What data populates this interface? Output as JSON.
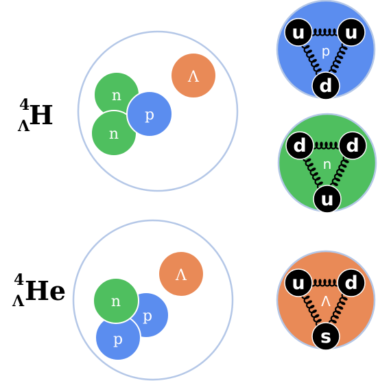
{
  "colors": {
    "outline": "#b4c7e7",
    "proton": "#5b8def",
    "neutron": "#4fbf5f",
    "lambda": "#e98a57",
    "quark": "#000000",
    "gluon": "#000000",
    "text_white": "#ffffff"
  },
  "hypernuclei": [
    {
      "label_super": "4",
      "label_sub": "Λ",
      "label_element": "H",
      "nucleons": [
        {
          "type": "neutron",
          "label": "n"
        },
        {
          "type": "neutron",
          "label": "n"
        },
        {
          "type": "proton",
          "label": "p"
        },
        {
          "type": "lambda",
          "label": "Λ"
        }
      ]
    },
    {
      "label_super": "4",
      "label_sub": "Λ",
      "label_element": "He",
      "nucleons": [
        {
          "type": "proton",
          "label": "p"
        },
        {
          "type": "proton",
          "label": "p"
        },
        {
          "type": "neutron",
          "label": "n"
        },
        {
          "type": "lambda",
          "label": "Λ"
        }
      ]
    }
  ],
  "baryons": [
    {
      "type": "proton",
      "center_label": "p",
      "quarks": [
        "u",
        "u",
        "d"
      ]
    },
    {
      "type": "neutron",
      "center_label": "n",
      "quarks": [
        "d",
        "d",
        "u"
      ]
    },
    {
      "type": "lambda",
      "center_label": "Λ",
      "quarks": [
        "u",
        "d",
        "s"
      ]
    }
  ]
}
